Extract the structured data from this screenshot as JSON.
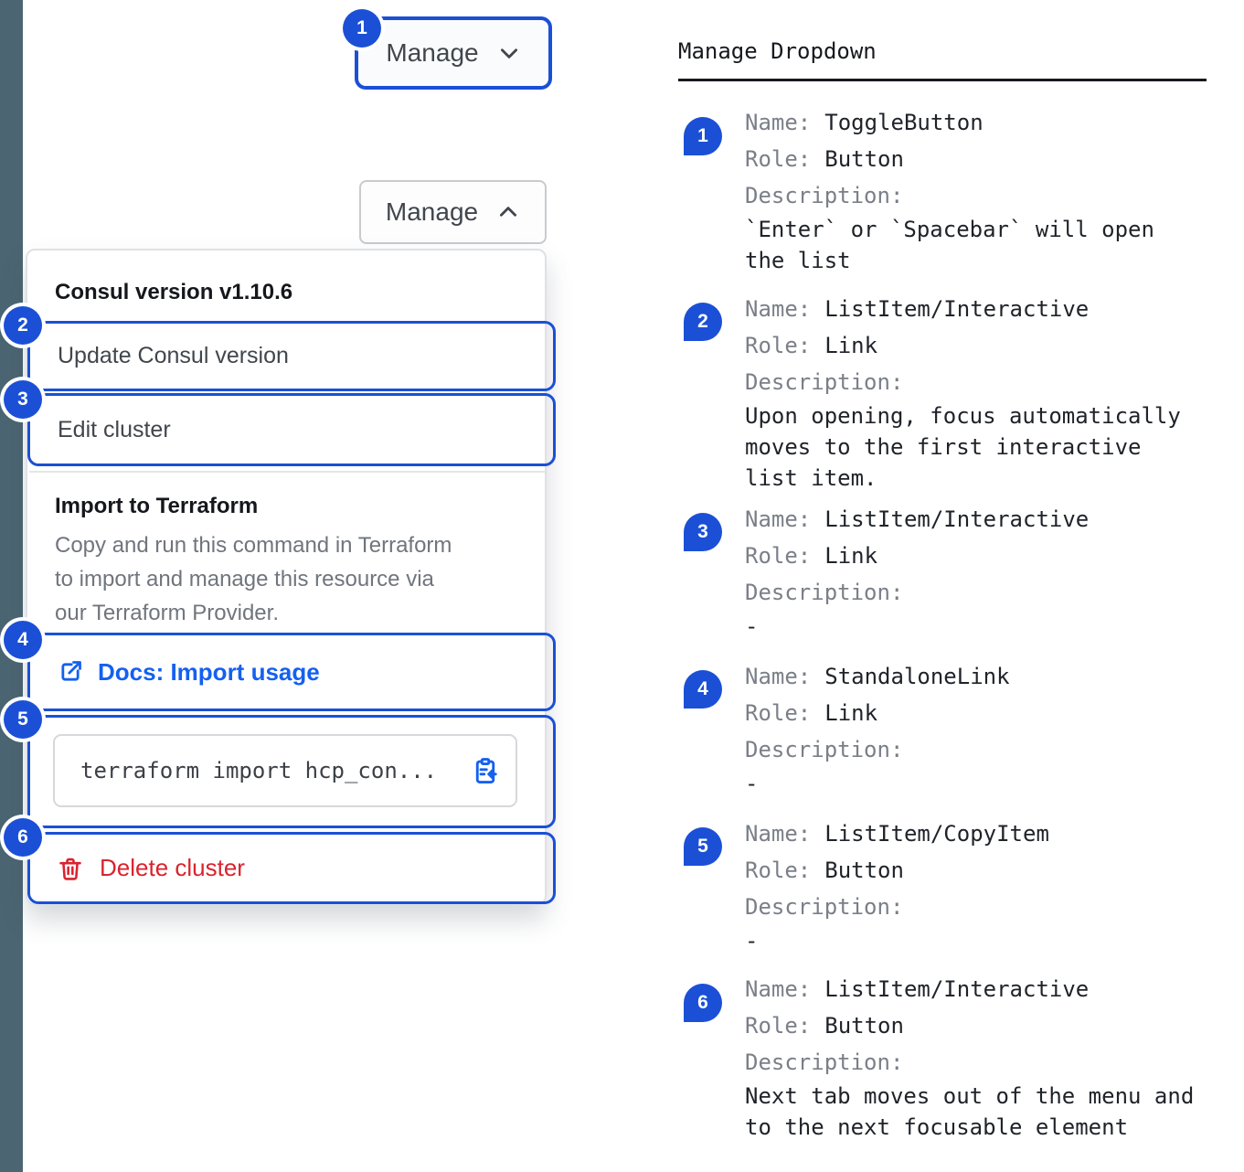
{
  "colors": {
    "accent_blue": "#1b50d6",
    "link_blue": "#1560f0",
    "delete_red": "#d9232e",
    "sidebar_strip": "#4b6572"
  },
  "badges": [
    "1",
    "2",
    "3",
    "4",
    "5",
    "6"
  ],
  "toggle_button": {
    "label": "Manage"
  },
  "dropdown": {
    "version_heading": "Consul version v1.10.6",
    "menu_items": [
      {
        "label": "Update Consul version"
      },
      {
        "label": "Edit cluster"
      }
    ],
    "import_section": {
      "title": "Import to Terraform",
      "description": "Copy and run this command in Terraform\nto import and manage this resource via\nour Terraform Provider.",
      "docs_link": "Docs: Import usage",
      "command": "terraform import hcp_con..."
    },
    "delete_label": "Delete cluster"
  },
  "doc_panel": {
    "title": "Manage Dropdown",
    "labels": {
      "name": "Name:",
      "role": "Role:",
      "description": "Description:"
    },
    "entries": [
      {
        "num": "1",
        "name": "ToggleButton",
        "role": "Button",
        "description": "`Enter` or `Spacebar` will open\nthe list"
      },
      {
        "num": "2",
        "name": "ListItem/Interactive",
        "role": "Link",
        "description": "Upon opening, focus automatically\nmoves to the first interactive\nlist item."
      },
      {
        "num": "3",
        "name": "ListItem/Interactive",
        "role": "Link",
        "description": "-"
      },
      {
        "num": "4",
        "name": "StandaloneLink",
        "role": "Link",
        "description": "-"
      },
      {
        "num": "5",
        "name": "ListItem/CopyItem",
        "role": "Button",
        "description": "-"
      },
      {
        "num": "6",
        "name": "ListItem/Interactive",
        "role": "Button",
        "description": "Next tab moves out of the menu and\nto the next focusable element"
      }
    ]
  }
}
